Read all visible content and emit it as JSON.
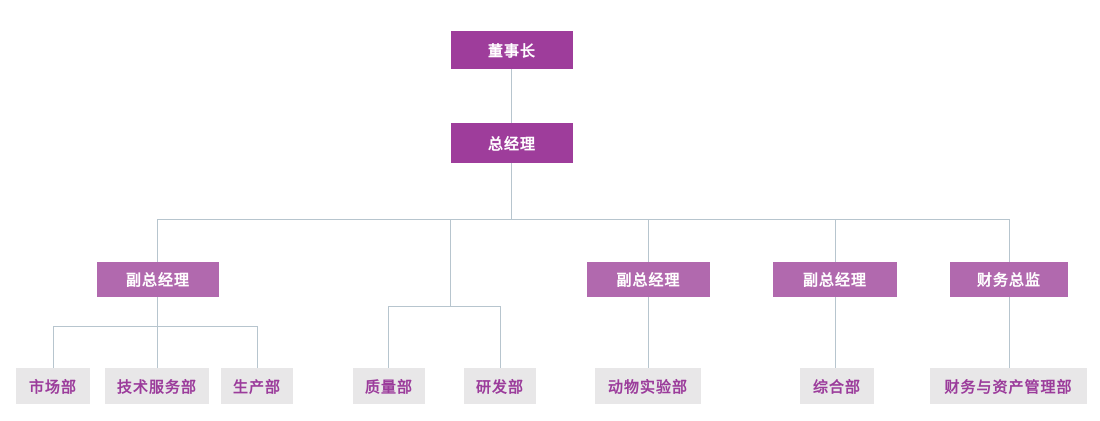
{
  "org_chart": {
    "type": "organization-chart",
    "nodes": [
      {
        "id": "chairman",
        "label": "董事长",
        "level": 1,
        "reports_to": null
      },
      {
        "id": "general-manager",
        "label": "总经理",
        "level": 2,
        "reports_to": "chairman"
      },
      {
        "id": "deputy-gm-1",
        "label": "副总经理",
        "level": 3,
        "reports_to": "general-manager"
      },
      {
        "id": "deputy-gm-2",
        "label": "副总经理",
        "level": 3,
        "reports_to": "general-manager"
      },
      {
        "id": "deputy-gm-3",
        "label": "副总经理",
        "level": 3,
        "reports_to": "general-manager"
      },
      {
        "id": "finance-director",
        "label": "财务总监",
        "level": 3,
        "reports_to": "general-manager"
      },
      {
        "id": "marketing-dept",
        "label": "市场部",
        "level": 4,
        "reports_to": "deputy-gm-1"
      },
      {
        "id": "tech-service-dept",
        "label": "技术服务部",
        "level": 4,
        "reports_to": "deputy-gm-1"
      },
      {
        "id": "production-dept",
        "label": "生产部",
        "level": 4,
        "reports_to": "deputy-gm-1"
      },
      {
        "id": "quality-dept",
        "label": "质量部",
        "level": 4,
        "reports_to": "general-manager"
      },
      {
        "id": "rnd-dept",
        "label": "研发部",
        "level": 4,
        "reports_to": "general-manager"
      },
      {
        "id": "animal-lab-dept",
        "label": "动物实验部",
        "level": 4,
        "reports_to": "deputy-gm-2"
      },
      {
        "id": "general-affairs-dept",
        "label": "综合部",
        "level": 4,
        "reports_to": "deputy-gm-3"
      },
      {
        "id": "finance-asset-dept",
        "label": "财务与资产管理部",
        "level": 4,
        "reports_to": "finance-director"
      }
    ]
  },
  "colors": {
    "exec-box": "#9E3D9B",
    "manager-box": "#B169AE",
    "dept-box": "#E8E7E8",
    "dept-text": "#9B3C9B",
    "node-text": "#FFFFFF",
    "connector": "#B7C5CE",
    "canvas-bg": "#FFFFFF"
  }
}
